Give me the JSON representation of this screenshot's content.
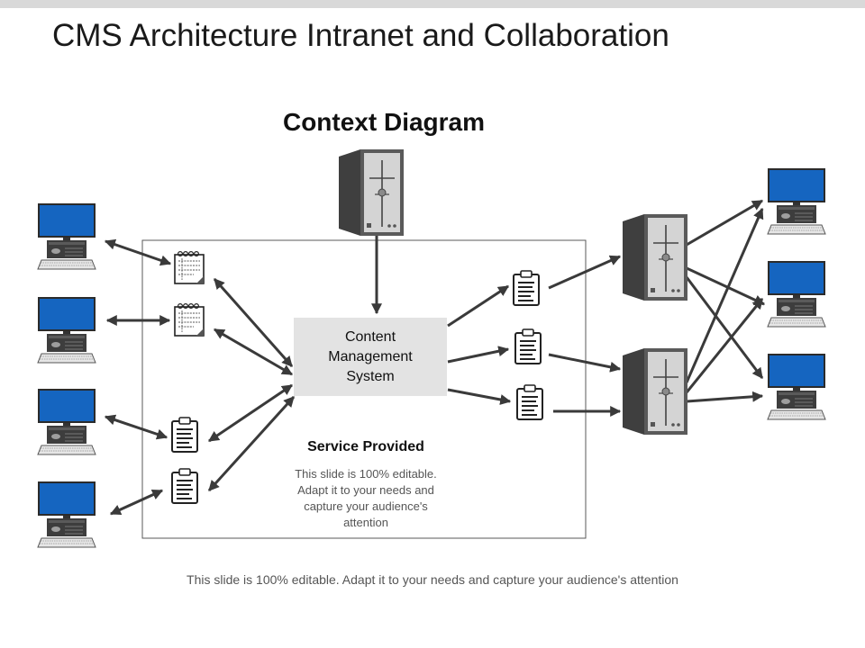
{
  "slide": {
    "title": "CMS Architecture Intranet and Collaboration",
    "footer": "This slide is 100% editable. Adapt it to your needs and capture your audience's attention"
  },
  "diagram": {
    "heading": "Context Diagram",
    "central_node": {
      "lines": [
        "Content",
        "Management",
        "System"
      ]
    },
    "service": {
      "title": "Service Provided",
      "description": "This slide is 100% editable. Adapt it to your needs and capture your audience's attention"
    },
    "icons": {
      "server": "server-tower-icon",
      "workstation": "desktop-computer-icon",
      "notepad": "spiral-notepad-icon",
      "clipboard": "clipboard-icon"
    },
    "colors": {
      "screen": "#1565c0",
      "server_body": "#4a4a4a",
      "server_panel": "#d4d4d4",
      "connector": "#3a3a3a",
      "cms_box": "#e3e3e3",
      "frame": "#595959"
    }
  }
}
